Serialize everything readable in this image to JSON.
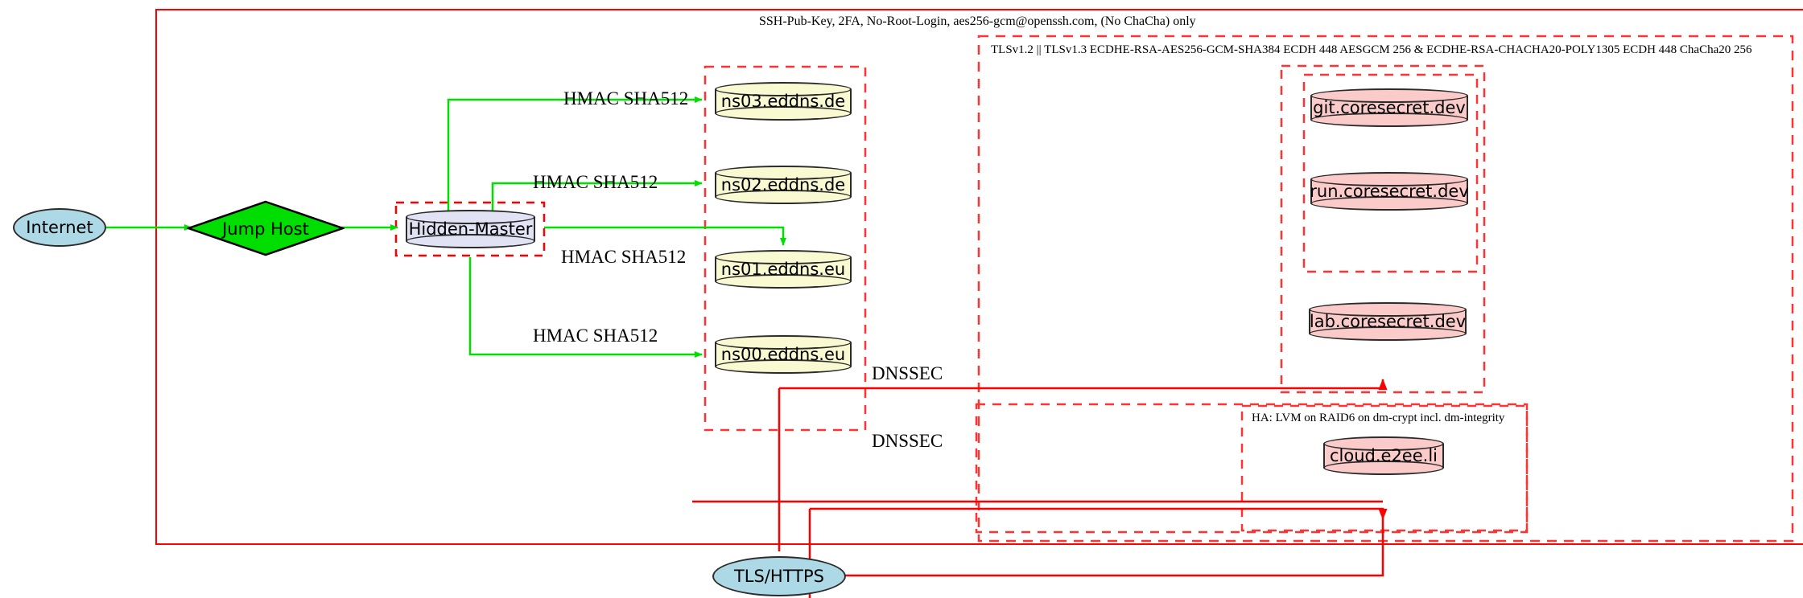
{
  "diagram": {
    "title_label": "SSH-Pub-Key, 2FA, No-Root-Login, aes256-gcm@openssh.com, (No ChaCha) only",
    "clusters": [
      {
        "id": "outer-ssh",
        "label": "SSH-Pub-Key, 2FA, No-Root-Login, aes256-gcm@openssh.com, (No ChaCha) only",
        "style": "solid",
        "color": "#ff0000"
      },
      {
        "id": "tls-cluster",
        "label": "TLSv1.2 || TLSv1.3 ECDHE-RSA-AES256-GCM-SHA384 ECDH 448 AESGCM 256 & ECDHE-RSA-CHACHA20-POLY1305 ECDH 448 ChaCha20 256",
        "style": "dashed",
        "color": "#ff3333"
      },
      {
        "id": "ha-cluster",
        "label": "HA: LVM on RAID6 on dm-crypt incl. dm-integrity",
        "style": "dashed",
        "color": "#ff3333"
      },
      {
        "id": "hidden-master-cluster",
        "label": "",
        "style": "dashed",
        "color": "#ff0000"
      },
      {
        "id": "dns-cluster",
        "label": "",
        "style": "dashed",
        "color": "#ff3333"
      },
      {
        "id": "coresecret-outer-cluster",
        "label": "",
        "style": "dashed",
        "color": "#ff3333"
      },
      {
        "id": "coresecret-inner-cluster",
        "label": "",
        "style": "dashed",
        "color": "#ff3333"
      },
      {
        "id": "dnssec-zone-cluster",
        "label": "",
        "style": "dashed",
        "color": "#ff3333"
      }
    ],
    "nodes": [
      {
        "id": "internet",
        "label": "Internet",
        "shape": "ellipse",
        "fill": "#add8e6"
      },
      {
        "id": "jumphost",
        "label": "Jump Host",
        "shape": "diamond",
        "fill": "#00dd00"
      },
      {
        "id": "hidden",
        "label": "Hidden-Master",
        "shape": "cylinder",
        "fill": "#e2e2f5"
      },
      {
        "id": "ns03",
        "label": "ns03.eddns.de",
        "shape": "cylinder",
        "fill": "#fafad2"
      },
      {
        "id": "ns02",
        "label": "ns02.eddns.de",
        "shape": "cylinder",
        "fill": "#fafad2"
      },
      {
        "id": "ns01",
        "label": "ns01.eddns.eu",
        "shape": "cylinder",
        "fill": "#fafad2"
      },
      {
        "id": "ns00",
        "label": "ns00.eddns.eu",
        "shape": "cylinder",
        "fill": "#fafad2"
      },
      {
        "id": "git",
        "label": "git.coresecret.dev",
        "shape": "cylinder",
        "fill": "#fbcbc9"
      },
      {
        "id": "run",
        "label": "run.coresecret.dev",
        "shape": "cylinder",
        "fill": "#fbcbc9"
      },
      {
        "id": "lab",
        "label": "lab.coresecret.dev",
        "shape": "cylinder",
        "fill": "#fbcbc9"
      },
      {
        "id": "cloud",
        "label": "cloud.e2ee.li",
        "shape": "cylinder",
        "fill": "#fbcbc9"
      },
      {
        "id": "tlshttps",
        "label": "TLS/HTTPS",
        "shape": "ellipse",
        "fill": "#add8e6"
      }
    ],
    "edges": [
      {
        "from": "internet",
        "to": "jumphost",
        "label": "",
        "color": "#00e000"
      },
      {
        "from": "jumphost",
        "to": "hidden",
        "label": "",
        "color": "#00e000"
      },
      {
        "from": "hidden",
        "to": "ns03",
        "label": "HMAC SHA512",
        "color": "#00e000"
      },
      {
        "from": "hidden",
        "to": "ns02",
        "label": "HMAC SHA512",
        "color": "#00e000"
      },
      {
        "from": "hidden",
        "to": "ns01",
        "label": "HMAC SHA512",
        "color": "#00e000"
      },
      {
        "from": "hidden",
        "to": "ns00",
        "label": "HMAC SHA512",
        "color": "#00e000"
      },
      {
        "from": "dns",
        "to": "coresecret",
        "label": "DNSSEC",
        "color": "#ff0000"
      },
      {
        "from": "dns",
        "to": "ha",
        "label": "DNSSEC",
        "color": "#ff0000"
      },
      {
        "from": "tlshttps",
        "to": "outer",
        "label": "",
        "color": "#ff0000"
      }
    ],
    "edge_labels": {
      "hmac": "HMAC SHA512",
      "dnssec": "DNSSEC"
    }
  }
}
